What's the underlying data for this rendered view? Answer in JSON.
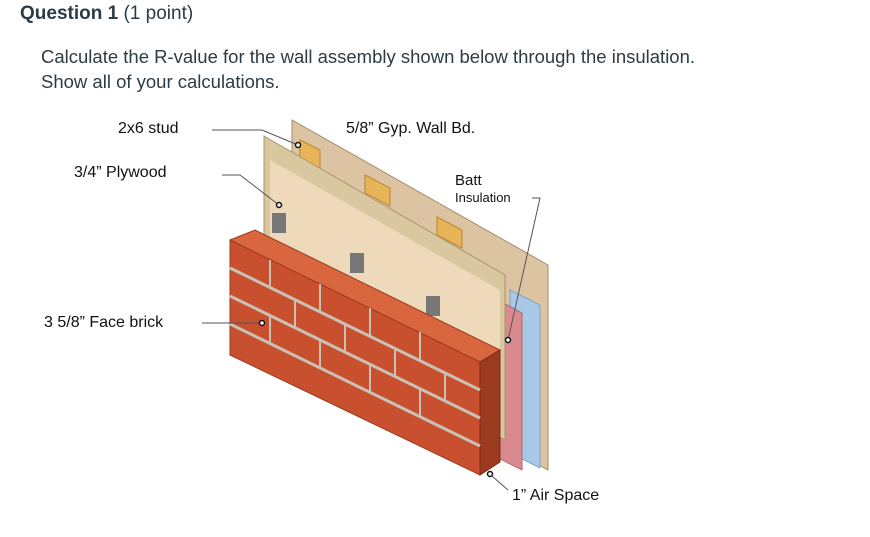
{
  "question": {
    "title": "Question 1",
    "points": "(1 point)",
    "prompt_line1": "Calculate the R-value for the wall assembly shown below through the insulation.",
    "prompt_line2": "Show all of your calculations."
  },
  "figure": {
    "labels": {
      "stud": "2x6 stud",
      "plywood": "3/4” Plywood",
      "gyp": "5/8” Gyp. Wall Bd.",
      "batt_top": "Batt",
      "batt_bottom": "Insulation",
      "brick": "3 5/8” Face brick",
      "air": "1” Air Space"
    },
    "colors": {
      "brick": "#c9502f",
      "brick_dark": "#9c3a1f",
      "mortar": "#c9c2b4",
      "plywood": "#d9c79f",
      "gyp": "#dcc3a2",
      "stud": "#e8b45a",
      "insulation": "#d98a8f",
      "air": "#a9c8e8"
    }
  }
}
